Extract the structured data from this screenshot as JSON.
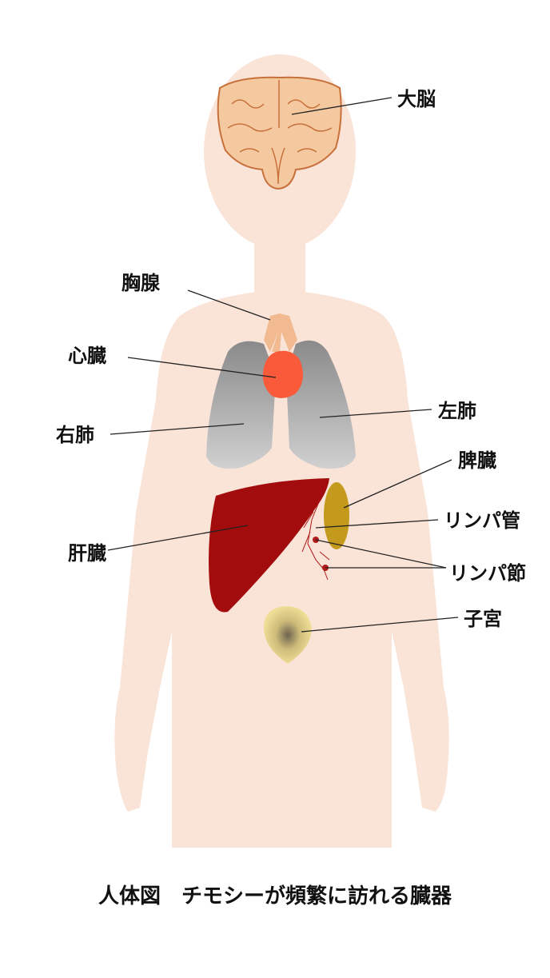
{
  "labels": {
    "cerebrum": "大脳",
    "thymus": "胸腺",
    "heart": "心臓",
    "right_lung": "右肺",
    "left_lung": "左肺",
    "spleen": "脾臓",
    "lymph_vessel": "リンパ管",
    "liver": "肝臓",
    "lymph_node": "リンパ節",
    "uterus": "子宮"
  },
  "caption": "人体図　チモシーが頻繁に訪れる臓器",
  "colors": {
    "body": "#fae4d8",
    "brain": "#f4c9a0",
    "lung": "#a8a8a8",
    "heart": "#f85a3a",
    "liver": "#a30c0c",
    "spleen": "#c39a1b",
    "uterus": "#e8d68c"
  }
}
